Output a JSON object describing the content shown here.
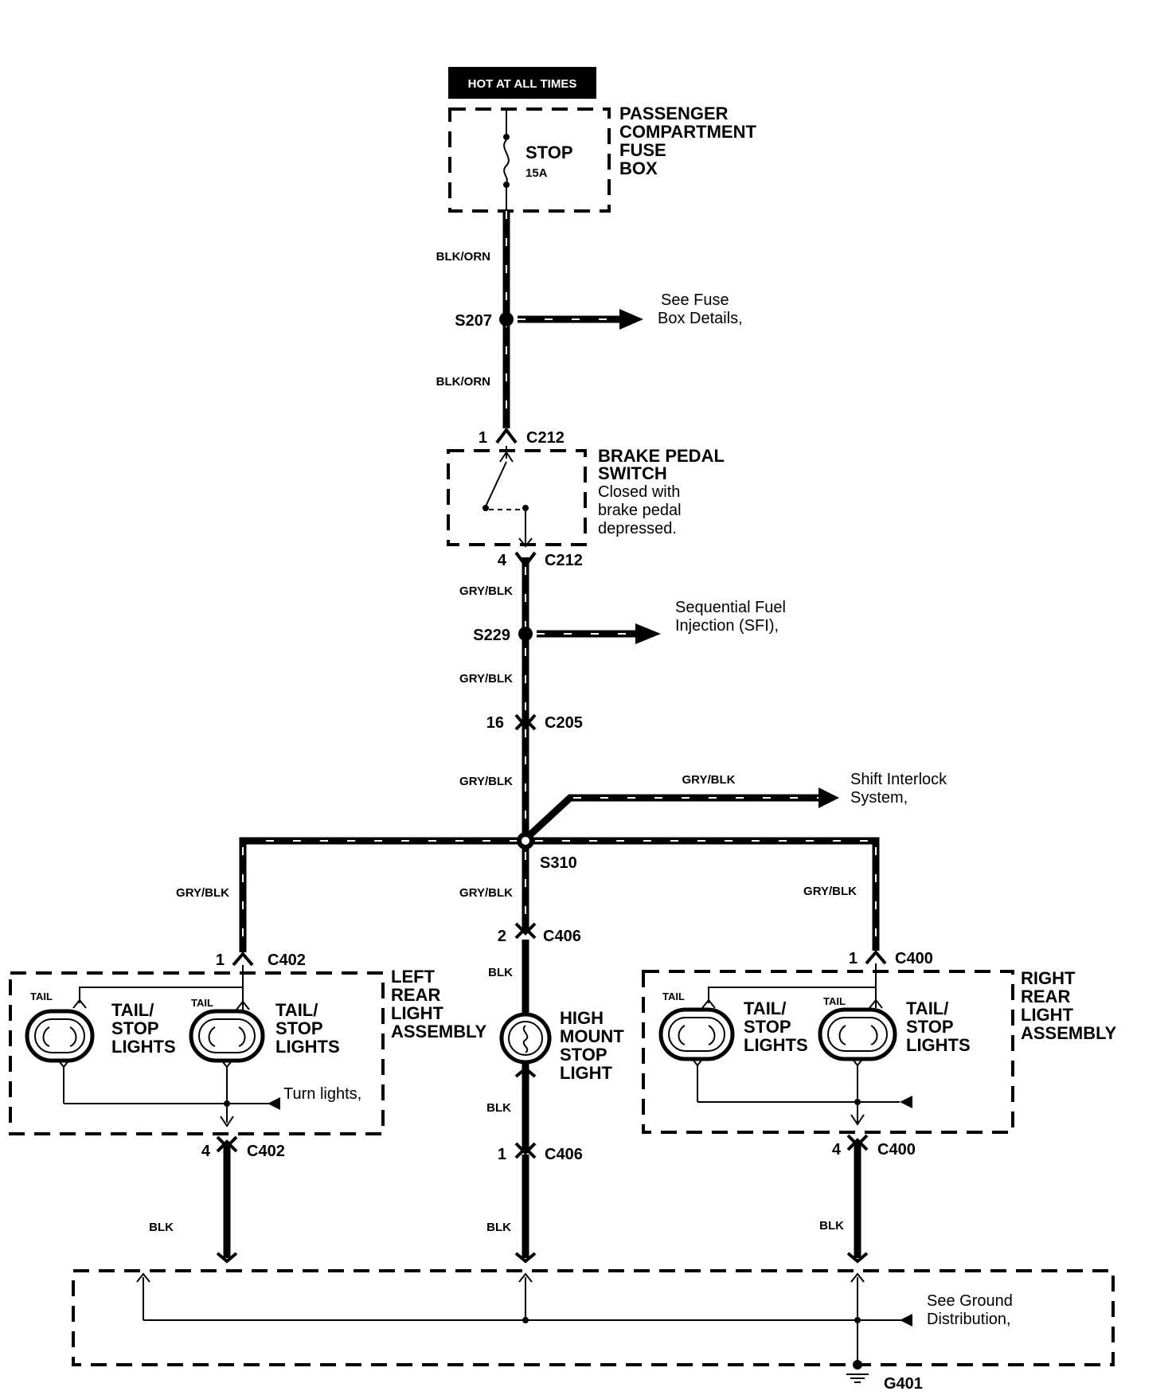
{
  "hot_label": "HOT AT ALL TIMES",
  "fuse_box": {
    "title_lines": [
      "PASSENGER",
      "COMPARTMENT",
      "FUSE",
      "BOX"
    ],
    "fuse_name": "STOP",
    "fuse_rating": "15A"
  },
  "wires": {
    "w1": "BLK/ORN",
    "w2": "BLK/ORN",
    "w3": "GRY/BLK",
    "w4": "GRY/BLK",
    "w5": "GRY/BLK",
    "w6": "GRY/BLK",
    "w7": "GRY/BLK",
    "w8": "GRY/BLK",
    "w9": "GRY/BLK",
    "w10": "BLK",
    "w11": "BLK",
    "w12": "BLK",
    "w13": "BLK",
    "w14": "BLK"
  },
  "splices": {
    "s207": "S207",
    "s229": "S229",
    "s310": "S310"
  },
  "refs": {
    "fuse_details": [
      "See Fuse",
      "Box Details,"
    ],
    "sfi": [
      "Sequential Fuel",
      "Injection (SFI),"
    ],
    "shift": [
      "Shift Interlock",
      "System,"
    ],
    "ground_dist": [
      "See Ground",
      "Distribution,"
    ],
    "turn": "Turn lights,"
  },
  "connectors": {
    "c212_top": {
      "pin": "1",
      "name": "C212"
    },
    "c212_bot": {
      "pin": "4",
      "name": "C212"
    },
    "c205": {
      "pin": "16",
      "name": "C205"
    },
    "c406_top": {
      "pin": "2",
      "name": "C406"
    },
    "c406_bot": {
      "pin": "1",
      "name": "C406"
    },
    "c402_top": {
      "pin": "1",
      "name": "C402"
    },
    "c402_bot": {
      "pin": "4",
      "name": "C402"
    },
    "c400_top": {
      "pin": "1",
      "name": "C400"
    },
    "c400_bot": {
      "pin": "4",
      "name": "C400"
    }
  },
  "brake_switch": {
    "title_lines": [
      "BRAKE PEDAL",
      "SWITCH"
    ],
    "note_lines": [
      "Closed with",
      "brake pedal",
      "depressed."
    ]
  },
  "left_assembly": {
    "title_lines": [
      "LEFT",
      "REAR",
      "LIGHT",
      "ASSEMBLY"
    ],
    "tail": "TAIL",
    "lamp_lines": [
      "TAIL/",
      "STOP",
      "LIGHTS"
    ]
  },
  "right_assembly": {
    "title_lines": [
      "RIGHT",
      "REAR",
      "LIGHT",
      "ASSEMBLY"
    ],
    "tail": "TAIL",
    "lamp_lines": [
      "TAIL/",
      "STOP",
      "LIGHTS"
    ]
  },
  "high_mount": {
    "title_lines": [
      "HIGH",
      "MOUNT",
      "STOP",
      "LIGHT"
    ]
  },
  "ground": {
    "name": "G401"
  }
}
